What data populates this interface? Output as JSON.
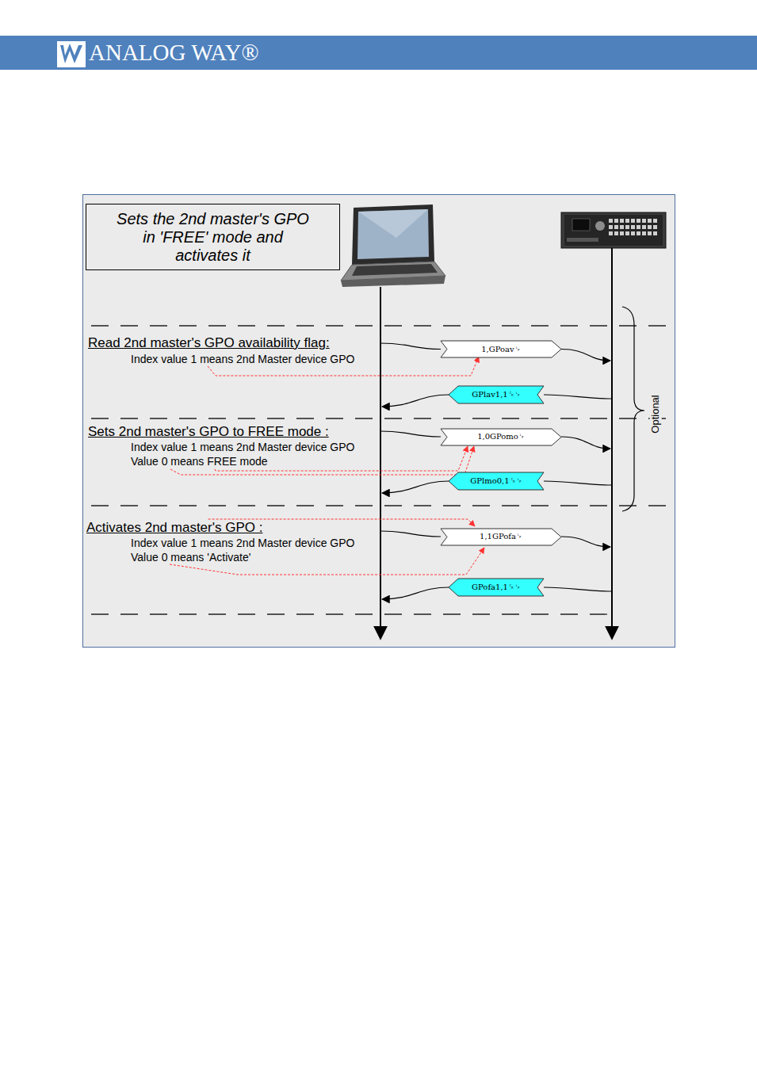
{
  "diagram": {
    "nodes": [
      {
        "text": [
          "Sets the 2nd master's GPO in 'FREE' mode and activates it"
        ]
      },
      {
        "text": [
          "1,GPoav␊"
        ]
      },
      {
        "text": [
          "GPlav1,1␍␊"
        ]
      },
      {
        "text": [
          "1,0GPomo␊"
        ]
      },
      {
        "text": [
          "GPlmo0,1␍␊"
        ]
      },
      {
        "text": [
          "1,1GPofa␊"
        ]
      },
      {
        "text": [
          "GPofa1,1␍␊"
        ]
      }
    ],
    "labels": [
      "ANALOG WAY®",
      "Read 2nd master's GPO availability flag:",
      "Index value 1 means 2nd Master device GPO",
      "Sets 2nd master's GPO to FREE mode :",
      "Index value 1 means 2nd Master device GPO",
      "Value 0 means FREE mode",
      "Activates 2nd master's GPO :",
      "Index value 1 means 2nd Master device GPO",
      "Value 0 means 'Activate'",
      "Optional"
    ]
  }
}
